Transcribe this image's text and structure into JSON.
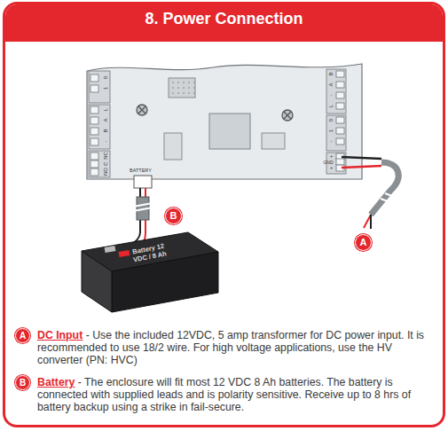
{
  "diagram": {
    "title": "8. Power Connection",
    "nodes": [
      {
        "text": [
          "Battery 12 VDC / 8 Ah"
        ]
      }
    ],
    "edges": [],
    "labels": [
      "0",
      "1",
      "L",
      "A",
      "B",
      "-",
      "NC",
      "C",
      "NO",
      "B",
      "A",
      "-",
      "L",
      "0",
      "1",
      "-",
      "+",
      "GND",
      "+",
      "BATTERY",
      "B",
      "A",
      "A",
      "DC Input",
      "- Use the included 12VDC, 5 amp transformer for DC power input. It is recommended to use 18/2 wire. For high voltage applications, use the HV converter (PN: HVC)",
      "B",
      "Battery",
      "- The enclosure will fit most 12 VDC 8 Ah batteries. The battery is connected with supplied leads and is polarity sensitive. Receive up to 8 hrs of battery backup using a strike in fail-secure."
    ]
  }
}
